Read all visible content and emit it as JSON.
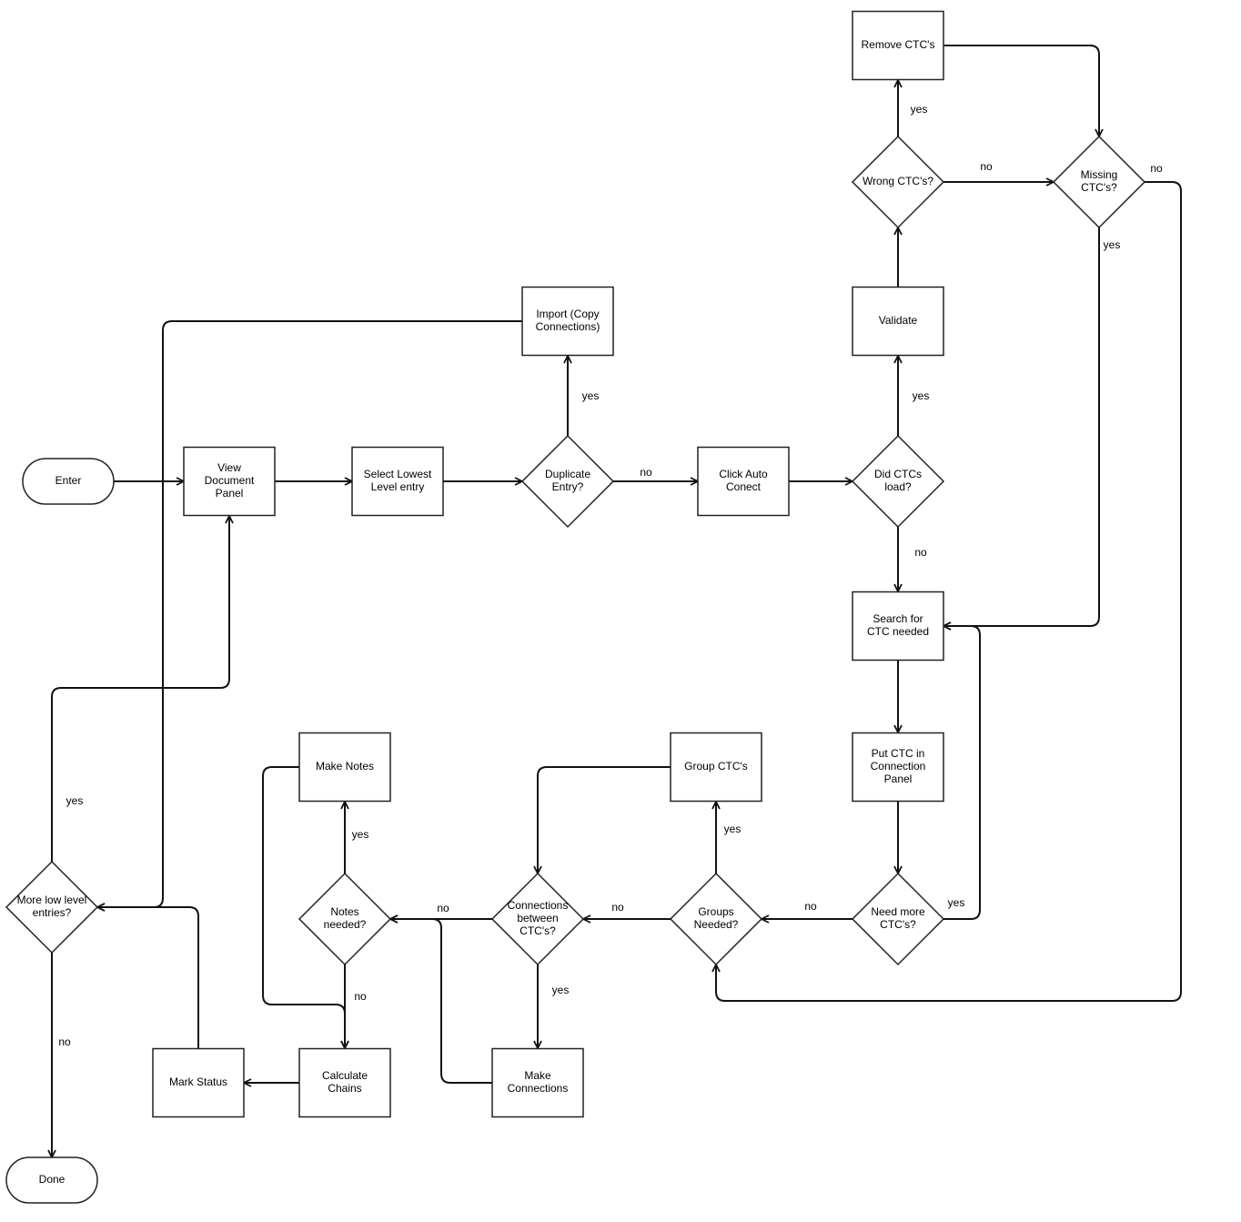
{
  "nodes": {
    "enter": [
      "Enter"
    ],
    "view_doc": [
      "View",
      "Document",
      "Panel"
    ],
    "select_lowest": [
      "Select Lowest",
      "Level entry"
    ],
    "duplicate": [
      "Duplicate",
      "Entry?"
    ],
    "import_copy": [
      "Import (Copy",
      "Connections)"
    ],
    "click_auto": [
      "Click Auto",
      "Conect"
    ],
    "did_ctcs": [
      "Did CTCs",
      "load?"
    ],
    "validate": [
      "Validate"
    ],
    "wrong_ctcs": [
      "Wrong CTC's?"
    ],
    "remove_ctcs": [
      "Remove CTC's"
    ],
    "missing_ctcs": [
      "Missing",
      "CTC's?"
    ],
    "search_ctc": [
      "Search for",
      "CTC needed"
    ],
    "put_ctc": [
      "Put CTC in",
      "Connection",
      "Panel"
    ],
    "need_more": [
      "Need more",
      "CTC's?"
    ],
    "groups_needed": [
      "Groups",
      "Needed?"
    ],
    "group_ctcs": [
      "Group CTC's"
    ],
    "connections_between": [
      "Connections",
      "between",
      "CTC's?"
    ],
    "make_connections": [
      "Make",
      "Connections"
    ],
    "notes_needed": [
      "Notes",
      "needed?"
    ],
    "make_notes": [
      "Make Notes"
    ],
    "calculate_chains": [
      "Calculate",
      "Chains"
    ],
    "mark_status": [
      "Mark Status"
    ],
    "more_low_level": [
      "More low level",
      "entries?"
    ],
    "done": [
      "Done"
    ]
  },
  "edge_labels": {
    "duplicate_yes": "yes",
    "duplicate_no": "no",
    "did_ctcs_yes": "yes",
    "did_ctcs_no": "no",
    "wrong_yes": "yes",
    "wrong_no": "no",
    "missing_yes": "yes",
    "missing_no": "no",
    "need_more_yes": "yes",
    "need_more_no": "no",
    "groups_yes": "yes",
    "groups_no": "no",
    "connections_yes": "yes",
    "connections_no": "no",
    "notes_yes": "yes",
    "notes_no": "no",
    "more_yes": "yes",
    "more_no": "no"
  }
}
